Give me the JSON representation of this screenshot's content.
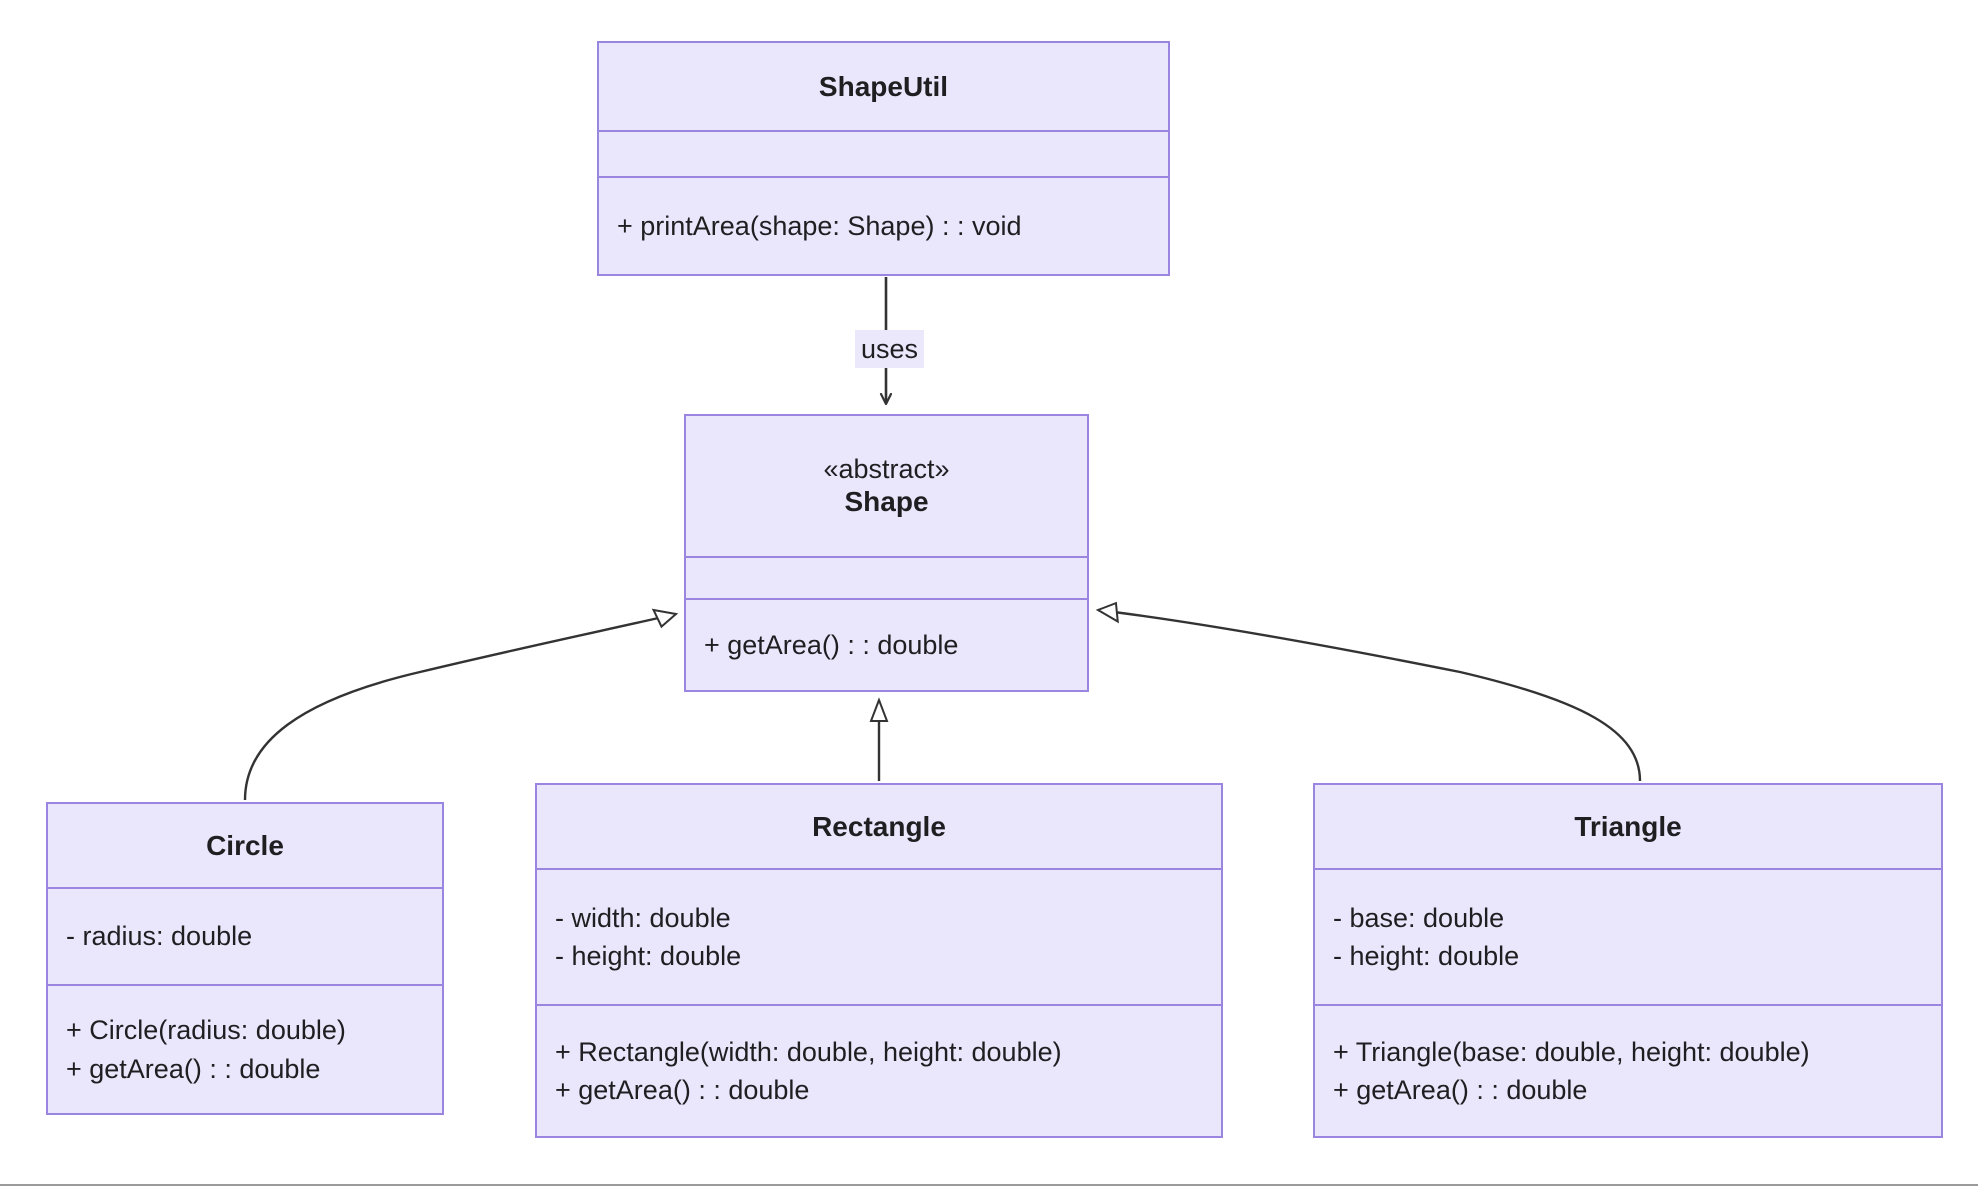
{
  "diagram": {
    "kind": "uml-class-diagram",
    "colors": {
      "class_fill": "#eae6fb",
      "class_border": "#9a85e0",
      "edge_stroke": "#333333",
      "label_background": "#ece8fc",
      "text": "#1f1f22",
      "footer_rule": "#9b9b9b"
    },
    "classes": {
      "shapeutil": {
        "name": "ShapeUtil",
        "stereotype": "",
        "attributes": [],
        "methods": [
          "+ printArea(shape: Shape) : : void"
        ]
      },
      "shape": {
        "name": "Shape",
        "stereotype": "«abstract»",
        "attributes": [],
        "methods": [
          "+ getArea() : : double"
        ]
      },
      "circle": {
        "name": "Circle",
        "stereotype": "",
        "attributes": [
          "- radius: double"
        ],
        "methods": [
          "+ Circle(radius: double)",
          "+ getArea() : : double"
        ]
      },
      "rectangle": {
        "name": "Rectangle",
        "stereotype": "",
        "attributes": [
          "- width: double",
          "- height: double"
        ],
        "methods": [
          "+ Rectangle(width: double, height: double)",
          "+ getArea() : : double"
        ]
      },
      "triangle": {
        "name": "Triangle",
        "stereotype": "",
        "attributes": [
          "- base: double",
          "- height: double"
        ],
        "methods": [
          "+ Triangle(base: double, height: double)",
          "+ getArea() : : double"
        ]
      }
    },
    "relationships": [
      {
        "id": "uses",
        "from": "ShapeUtil",
        "to": "Shape",
        "type": "dependency",
        "label": "uses",
        "arrowhead": "open-arrow"
      },
      {
        "id": "circle-inherits-shape",
        "from": "Circle",
        "to": "Shape",
        "type": "inheritance",
        "label": "",
        "arrowhead": "hollow-triangle"
      },
      {
        "id": "rectangle-inherits-shape",
        "from": "Rectangle",
        "to": "Shape",
        "type": "inheritance",
        "label": "",
        "arrowhead": "hollow-triangle"
      },
      {
        "id": "triangle-inherits-shape",
        "from": "Triangle",
        "to": "Shape",
        "type": "inheritance",
        "label": "",
        "arrowhead": "hollow-triangle"
      }
    ]
  }
}
